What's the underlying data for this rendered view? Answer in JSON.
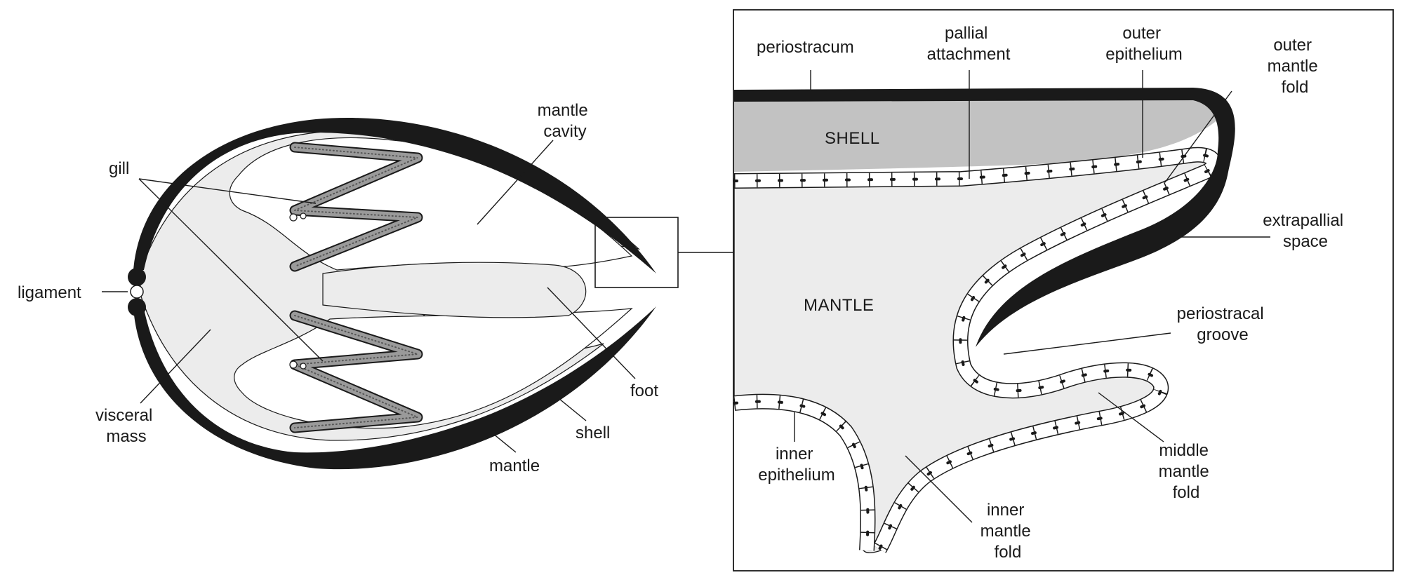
{
  "left_labels": {
    "gill": "gill",
    "ligament": "ligament",
    "visceral_mass": [
      "visceral",
      "mass"
    ],
    "mantle_cavity": [
      "mantle",
      "cavity"
    ],
    "foot": "foot",
    "shell": "shell",
    "mantle": "mantle"
  },
  "right_labels": {
    "periostracum": "periostracum",
    "pallial_attachment": [
      "pallial",
      "attachment"
    ],
    "outer_epithelium": [
      "outer",
      "epithelium"
    ],
    "outer_mantle_fold": [
      "outer",
      "mantle",
      "fold"
    ],
    "shell_region": "SHELL",
    "mantle_region": "MANTLE",
    "extrapallial_space": [
      "extrapallial",
      "space"
    ],
    "periostracal_groove": [
      "periostracal",
      "groove"
    ],
    "middle_mantle_fold": [
      "middle",
      "mantle",
      "fold"
    ],
    "inner_mantle_fold": [
      "inner",
      "mantle",
      "fold"
    ],
    "inner_epithelium": [
      "inner",
      "epithelium"
    ]
  },
  "colors": {
    "ink": "#1a1a1a",
    "tissue": "#ececec",
    "gill": "#9a9a9a",
    "shell_fill": "#c2c2c2"
  }
}
